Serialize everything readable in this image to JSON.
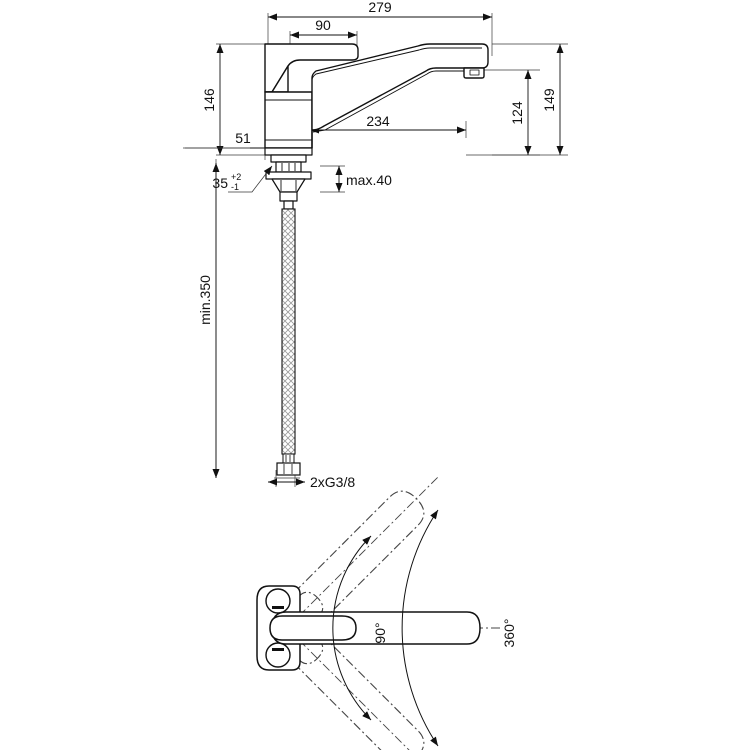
{
  "drawing": {
    "title": "Kitchen mixer tap dimensional drawing",
    "units": "mm",
    "background_color": "#ffffff",
    "line_color": "#1a1a1a",
    "views": [
      {
        "name": "side-elevation",
        "label": ""
      },
      {
        "name": "plan-swivel",
        "label": ""
      }
    ]
  },
  "dimensions": {
    "overall_reach": "279",
    "handle_length": "90",
    "spout_reach": "234",
    "body_height": "146",
    "spout_height_outer": "149",
    "spout_height_inner": "124",
    "base_width": "51",
    "shank_diameter": "35",
    "shank_tolerance_upper": "+2",
    "shank_tolerance_lower": "-1",
    "max_deck_thickness": "max.40",
    "hose_length": "min.350",
    "hose_thread": "2xG3/8"
  },
  "swivel": {
    "inner_angle": "90°",
    "outer_angle": "360°"
  }
}
